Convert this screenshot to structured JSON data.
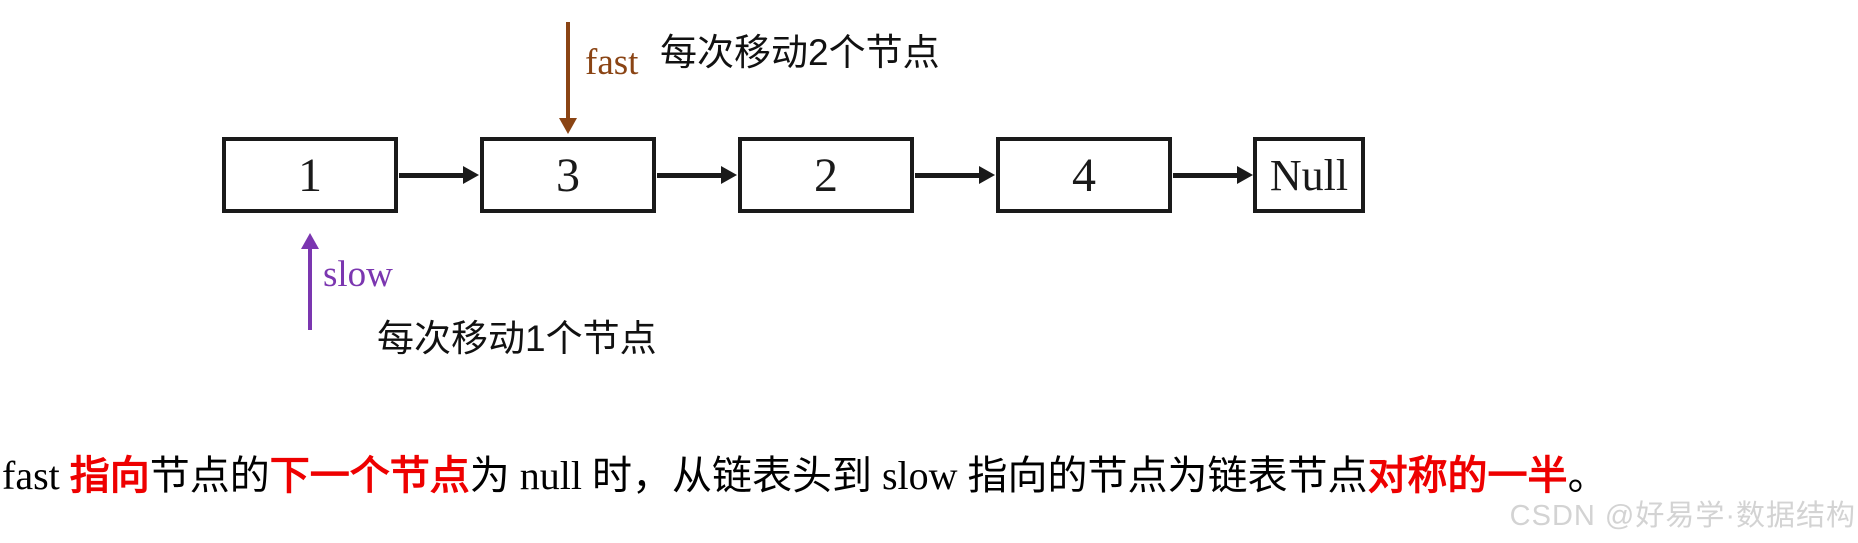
{
  "colors": {
    "fast_pointer": "#8a4414",
    "slow_pointer": "#7b36b0",
    "highlight_red": "#ee0000",
    "node_border": "#1a1a1a"
  },
  "diagram": {
    "fast_pointer": {
      "label": "fast",
      "note": "每次移动2个节点"
    },
    "slow_pointer": {
      "label": "slow",
      "note": "每次移动1个节点"
    },
    "nodes": [
      {
        "value": "1"
      },
      {
        "value": "3"
      },
      {
        "value": "2"
      },
      {
        "value": "4"
      },
      {
        "value": "Null"
      }
    ]
  },
  "caption": {
    "segments": [
      {
        "text": "fast "
      },
      {
        "text": "指向"
      },
      {
        "text": "节点的"
      },
      {
        "text": "下一个节点"
      },
      {
        "text": "为 null 时，从链表头到 slow 指向的节点为链表节点"
      },
      {
        "text": "对称的一半"
      },
      {
        "text": "。"
      }
    ]
  },
  "watermark": {
    "text": "CSDN @好易学·数据结构"
  }
}
